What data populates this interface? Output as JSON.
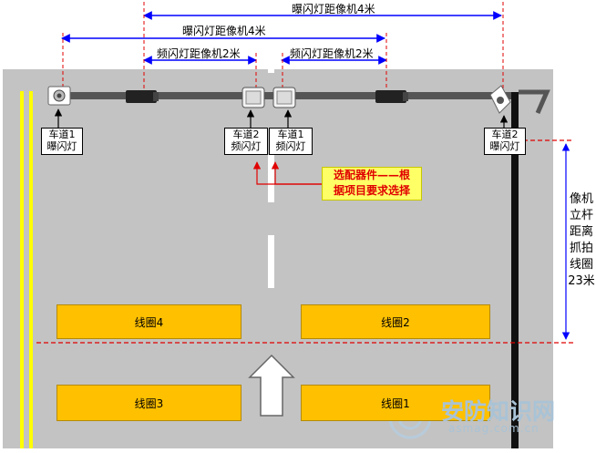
{
  "dimensions": [
    {
      "text": "曝闪灯距像机4米"
    },
    {
      "text": "曝闪灯距像机4米"
    },
    {
      "text": "频闪灯距像机2米"
    },
    {
      "text": "频闪灯距像机2米"
    }
  ],
  "devices": [
    {
      "line1": "车道1",
      "line2": "曝闪灯"
    },
    {
      "line1": "车道2",
      "line2": "频闪灯"
    },
    {
      "line1": "车道1",
      "line2": "频闪灯"
    },
    {
      "line1": "车道2",
      "line2": "曝闪灯"
    }
  ],
  "note": {
    "line1": "选配器件——根",
    "line2": "据项目要求选择"
  },
  "pole_distance": [
    "像机",
    "立杆",
    "距离",
    "抓拍",
    "线圈",
    "23米"
  ],
  "coils": {
    "c1": "线圈1",
    "c2": "线圈2",
    "c3": "线圈3",
    "c4": "线圈4"
  },
  "watermark": {
    "cn": "安防知识网",
    "url": "asmag.com.cn"
  },
  "colors": {
    "road": "#c3c3c3",
    "coil": "#ffc000",
    "dim_line": "#0000ff",
    "red_line": "#e00000",
    "yellow_line": "#ffff00"
  }
}
